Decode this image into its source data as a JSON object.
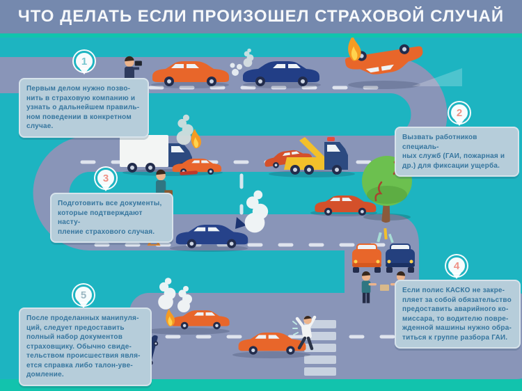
{
  "header": {
    "title": "ЧТО ДЕЛАТЬ ЕСЛИ ПРОИЗОШЕЛ СТРАХОВОЙ СЛУЧАЙ"
  },
  "colors": {
    "header_bg": "#7589ae",
    "accent_strip": "#12c3ad",
    "background": "#1db4c1",
    "road": "#8995b8",
    "lane_marking": "#e9edf4",
    "bubble_bg": "#b6cdda",
    "bubble_text": "#35759e",
    "car_orange": "#e8662a",
    "car_navy": "#24407e",
    "car_red": "#d4502a",
    "tow_truck_yellow": "#f2c02b",
    "tree_green": "#6cc04f",
    "flame_orange": "#f59b23",
    "alert_red": "#e74c3c"
  },
  "steps": [
    {
      "number": "1",
      "number_css": "color:#74c4cd",
      "text": "Первым делом нужно позво-\nнить в страховую компанию и\nузнать о дальнейшем правиль-\nном поведении в конкретном\nслучае."
    },
    {
      "number": "2",
      "number_css": "color:#ef9186",
      "text": "Вызвать работников специаль-\nных служб (ГАИ, пожарная и\nдр.) для фиксации ущерба."
    },
    {
      "number": "3",
      "number_css": "color:#ef9186",
      "text": "Подготовить все документы,\nкоторые подтверждают насту-\nпление страхового случая."
    },
    {
      "number": "4",
      "number_css": "color:#ef9186",
      "text": "Если полис КАСКО не закре-\nпляет за собой обязательство\nпредоставить аварийного ко-\nмиссара, то водителю повре-\nжденной машины нужно обра-\nтиться к группе разбора ГАИ."
    },
    {
      "number": "5",
      "number_css": "color:#9bb7c2",
      "text": "После проделанных манипуля-\nций, следует предоставить\nполный набор документов\nстраховщику. Обычно свиде-\nтельством происшествия явля-\nется справка либо талон-уве-\nдомление."
    }
  ],
  "scene": {
    "elements": [
      "winding-road",
      "lane-markings",
      "crosswalk",
      "rear-end-collision-scene",
      "photographer",
      "overturned-burning-car-scene",
      "truck-collision-scene",
      "walking-man",
      "tow-truck-scene",
      "car-into-tree-scene",
      "breakdown-smoke-scene",
      "warning-triangle",
      "head-on-collision-scene",
      "handshake-men",
      "tipped-car-collision-scene",
      "witness-man",
      "pedestrian-accident-scene"
    ]
  }
}
